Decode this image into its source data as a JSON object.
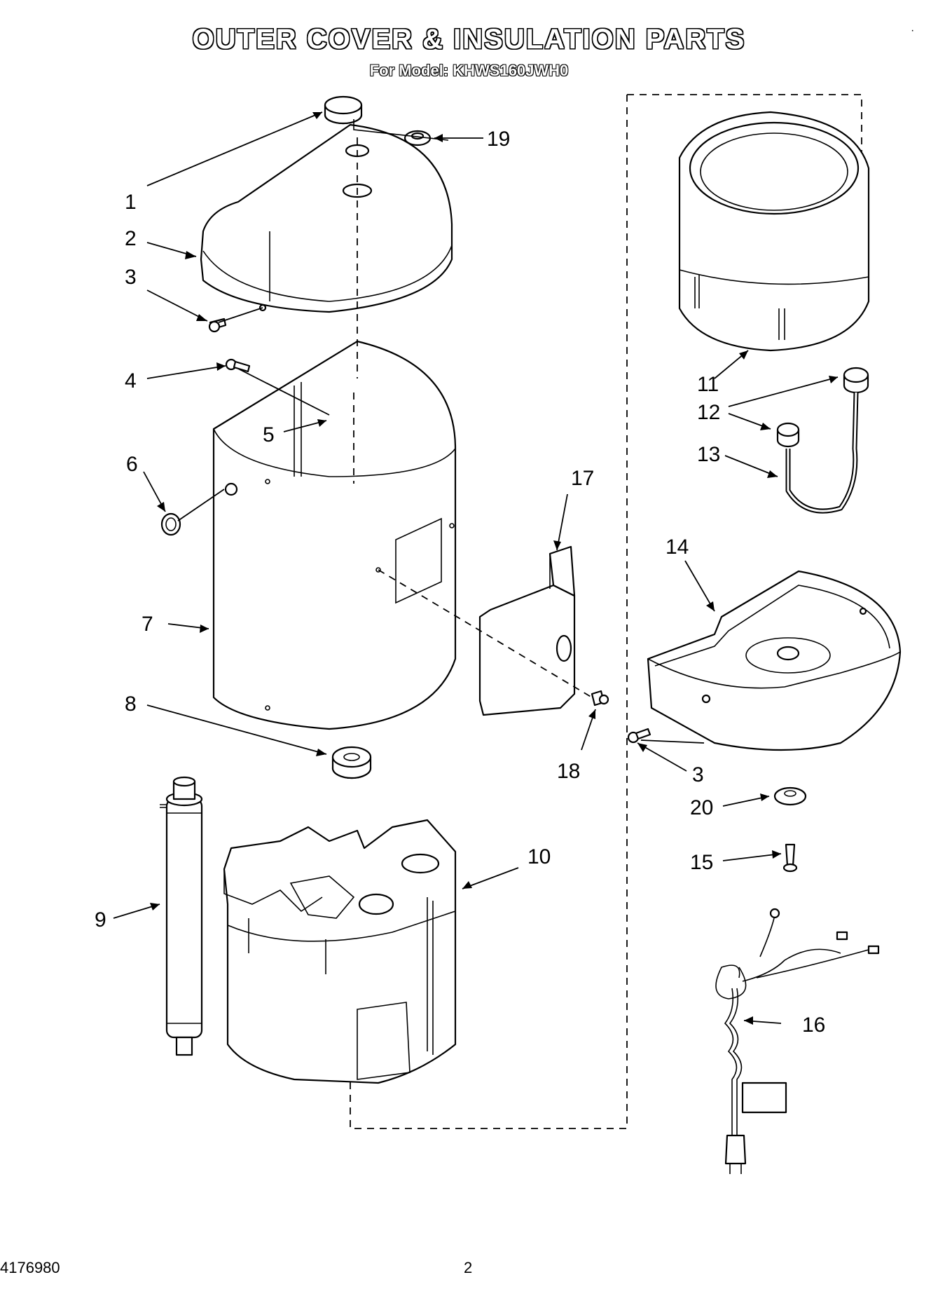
{
  "header": {
    "title": "OUTER COVER & INSULATION PARTS",
    "subtitle": "For Model: KHWS160JWH0"
  },
  "footer": {
    "doc_number": "4176980",
    "page_number": "2"
  },
  "callouts": {
    "c1": "1",
    "c2": "2",
    "c3a": "3",
    "c3b": "3",
    "c4": "4",
    "c5": "5",
    "c6": "6",
    "c7": "7",
    "c8": "8",
    "c9": "9",
    "c10": "10",
    "c11": "11",
    "c12": "12",
    "c13": "13",
    "c14": "14",
    "c15": "15",
    "c16": "16",
    "c17": "17",
    "c18": "18",
    "c19": "19",
    "c20": "20"
  }
}
